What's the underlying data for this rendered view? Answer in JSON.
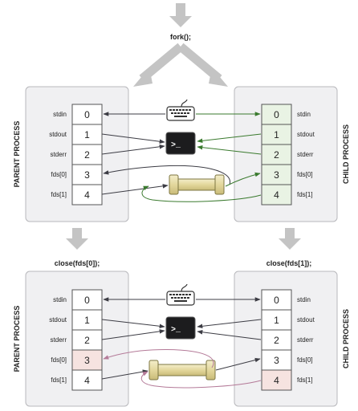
{
  "labels": {
    "fork": "fork();",
    "close_parent": "close(fds[0]);",
    "close_child": "close(fds[1]);",
    "parent_process": "PARENT PROCESS",
    "child_process": "CHILD PROCESS",
    "prompt": ">_"
  },
  "fd_names": [
    "stdin",
    "stdout",
    "stderr",
    "fds[0]",
    "fds[1]"
  ],
  "fd_numbers": [
    "0",
    "1",
    "2",
    "3",
    "4"
  ],
  "colors": {
    "panel_fill": "#f0f0f2",
    "panel_stroke": "#b8b8bc",
    "big_arrow": "#c4c4c4",
    "child_cell_top": "#e9f3e4",
    "closed_cell": "#f6e3e0",
    "green_arrow": "#3a7a2e",
    "pink_arrow": "#b47a98",
    "dark_arrow": "#3c3c44",
    "pipe_fill": "#e6dca8",
    "pipe_stroke": "#7d7642"
  }
}
